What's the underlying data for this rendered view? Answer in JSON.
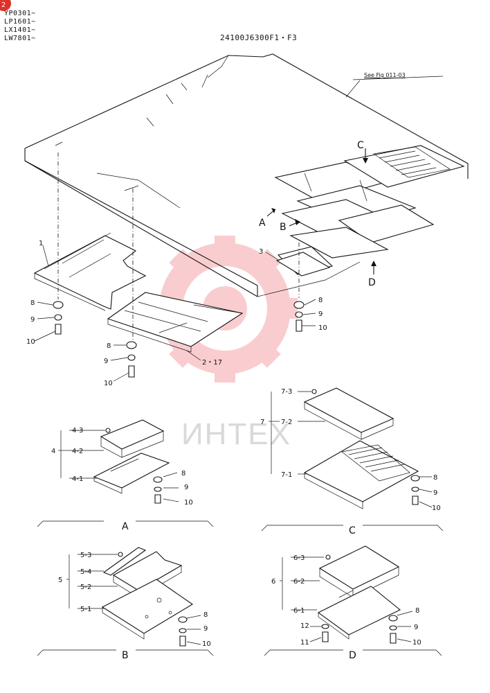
{
  "header": {
    "serials": [
      "YP0301~",
      "LP1601~",
      "LX1401~",
      "LW7801~"
    ],
    "doc_id": "24100J6300F1・F3",
    "see_fig": "See Fig 011-03",
    "badge": "2"
  },
  "watermark": {
    "text": "ИНТЕХ",
    "color": "#e8222a"
  },
  "main_labels": {
    "p1": "1",
    "p2_17": "2・17",
    "p3": "3",
    "p8a": "8",
    "p9a": "9",
    "p10a": "10",
    "p8b": "8",
    "p9b": "9",
    "p10b": "10",
    "p8c": "8",
    "p9c": "9",
    "p10c": "10",
    "arrow_a": "A",
    "arrow_b": "B",
    "arrow_c": "C",
    "arrow_d": "D"
  },
  "details": {
    "a": {
      "title": "A",
      "group": "4",
      "parts": [
        "4-3",
        "4-2",
        "4-1"
      ],
      "hw": [
        "8",
        "9",
        "10"
      ]
    },
    "b": {
      "title": "B",
      "group": "5",
      "parts": [
        "5-3",
        "5-4",
        "5-2",
        "5-1"
      ],
      "hw": [
        "8",
        "9",
        "10"
      ]
    },
    "c": {
      "title": "C",
      "group": "7",
      "parts": [
        "7-3",
        "7-2",
        "7-1"
      ],
      "hw": [
        "8",
        "9",
        "10"
      ]
    },
    "d": {
      "title": "D",
      "group": "6",
      "parts": [
        "6-3",
        "6-2",
        "6-1"
      ],
      "hw": [
        "8",
        "9",
        "10",
        "12",
        "11"
      ]
    }
  }
}
